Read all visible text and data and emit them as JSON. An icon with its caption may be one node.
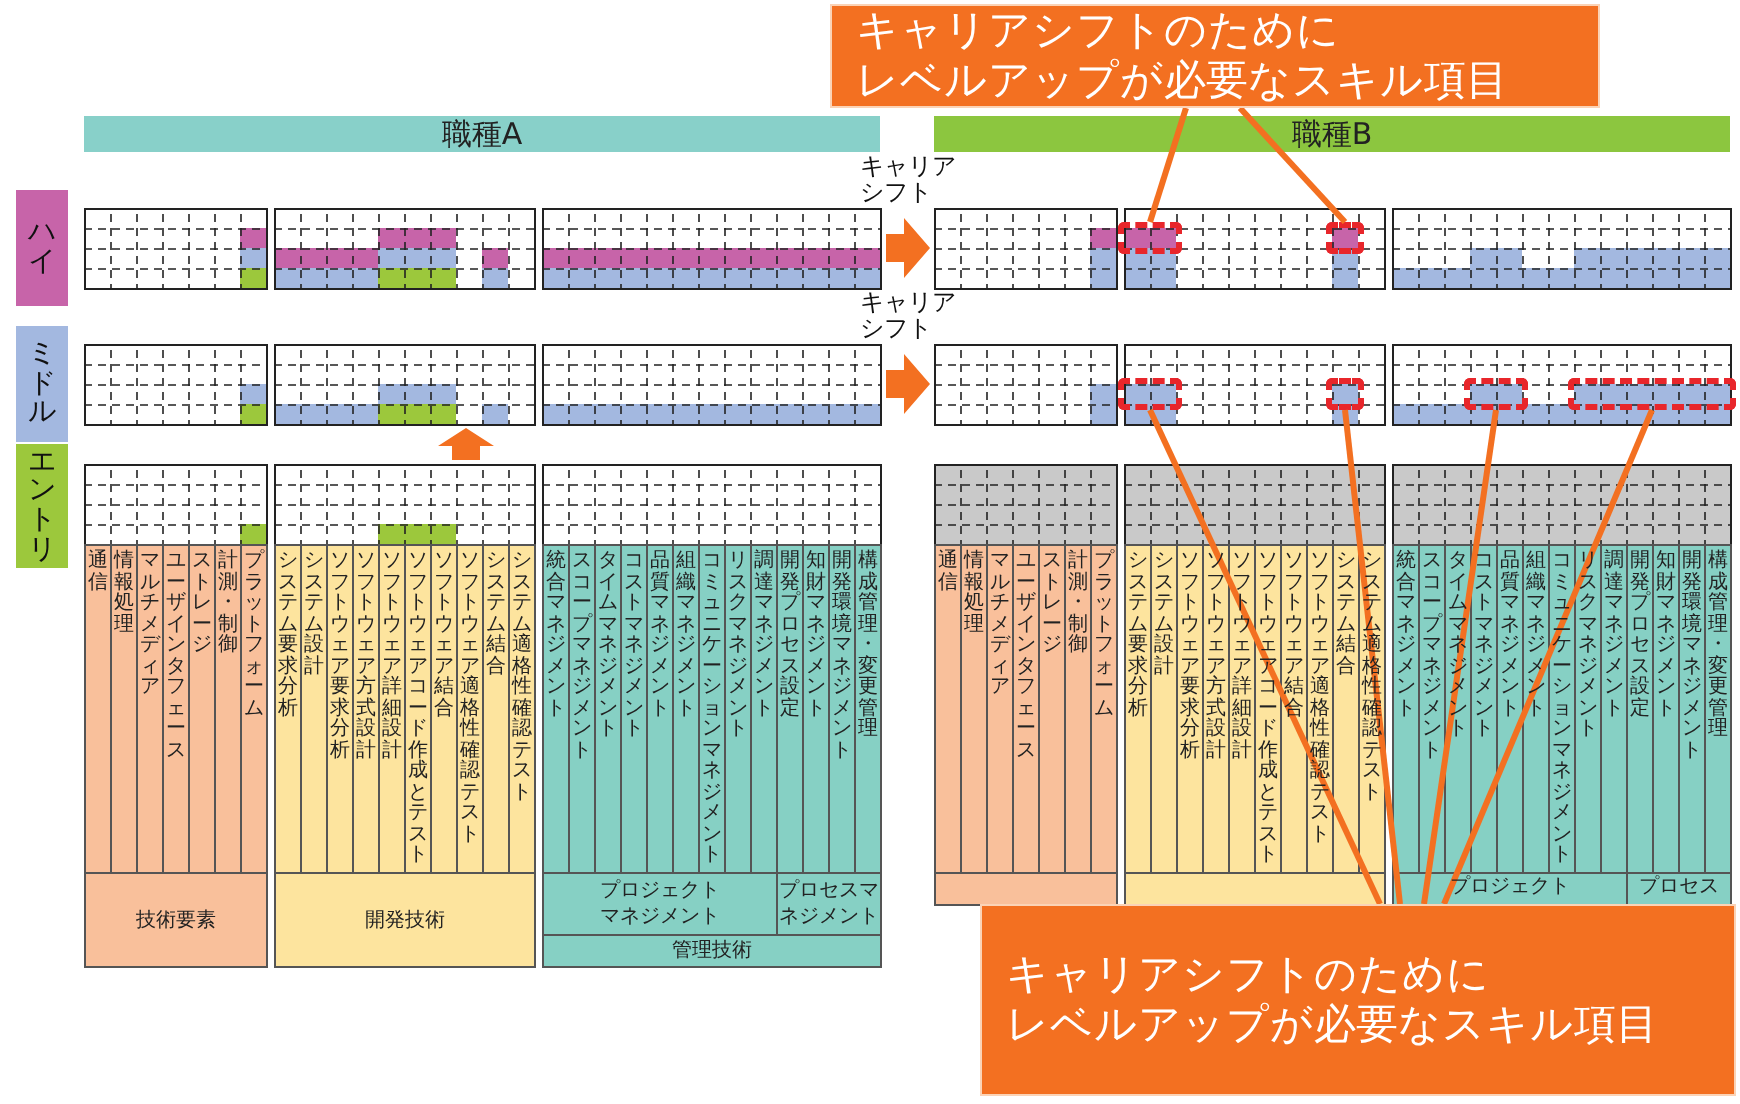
{
  "diagram": {
    "nodes": [
      {
        "text": [
          "キャリアシフトのために",
          "レベルアップが必要なスキル項目"
        ]
      },
      {
        "text": [
          "職種A"
        ]
      },
      {
        "text": [
          "職種B"
        ]
      },
      {
        "text": [
          "ハイ"
        ]
      },
      {
        "text": [
          "ミドル"
        ]
      },
      {
        "text": [
          "エントリ"
        ]
      },
      {
        "text": [],
        "shape": "box"
      },
      {
        "text": [],
        "shape": "box"
      },
      {
        "text": [],
        "shape": "box"
      },
      {
        "text": [],
        "shape": "box"
      },
      {
        "text": [],
        "shape": "box"
      },
      {
        "text": [],
        "shape": "box"
      },
      {
        "text": [
          "キャリアシフトのために",
          "レベルアップが必要なスキル項目"
        ]
      }
    ],
    "edges": [
      {
        "from": 0,
        "to": 6,
        "arrow": "none"
      },
      {
        "from": 0,
        "to": 7,
        "arrow": "none"
      },
      {
        "from": 12,
        "to": 8,
        "arrow": "none"
      },
      {
        "from": 12,
        "to": 9,
        "arrow": "none"
      },
      {
        "from": 12,
        "to": 10,
        "arrow": "none"
      },
      {
        "from": 12,
        "to": 11,
        "arrow": "none"
      }
    ],
    "labels": [
      "キャリアシフト",
      "キャリアシフト",
      "通信",
      "情報処理",
      "マルチメディア",
      "ユーザインタフェース",
      "ストレージ",
      "計測・制御",
      "プラットフォーム",
      "システム要求分析",
      "システム設計",
      "ソフトウェア要求分析",
      "ソフトウェア方式設計",
      "ソフトウェア詳細設計",
      "ソフトウェアコード作成とテスト",
      "ソフトウェア結合",
      "ソフトウェア適格性確認テスト",
      "システム結合",
      "システム適格性確認テスト",
      "統合マネジメント",
      "スコープマネジメント",
      "タイムマネジメント",
      "コストマネジメント",
      "品質マネジメント",
      "組織マネジメント",
      "コミュニケーションマネジメント",
      "リスクマネジメント",
      "調達マネジメント",
      "開発プロセス設定",
      "知財マネジメント",
      "開発環境マネジメント",
      "構成管理・変更管理",
      "技術要素",
      "開発技術",
      "プロジェクトマネジメント",
      "プロセスマネジメント",
      "管理技術",
      "通信",
      "情報処理",
      "マルチメディア",
      "ユーザインタフェース",
      "ストレージ",
      "計測・制御",
      "プラットフォーム",
      "システム要求分析",
      "システム設計",
      "ソフトウェア要求分析",
      "ソフトウェア方式設計",
      "ソフトウェア詳細設計",
      "ソフトウェアコード作成とテスト",
      "ソフトウェア結合",
      "ソフトウェア適格性確認テスト",
      "システム結合",
      "システム適格性確認テスト",
      "統合マネジメント",
      "スコープマネジメント",
      "タイムマネジメント",
      "コストマネジメント",
      "品質マネジメント",
      "組織マネジメント",
      "コミュニケーションマネジメント",
      "リスクマネジメント",
      "調達マネジメント",
      "開発プロセス設定",
      "知財マネジメント",
      "開発環境マネジメント",
      "構成管理・変更管理",
      "プロジェクト",
      "プロセス"
    ]
  }
}
